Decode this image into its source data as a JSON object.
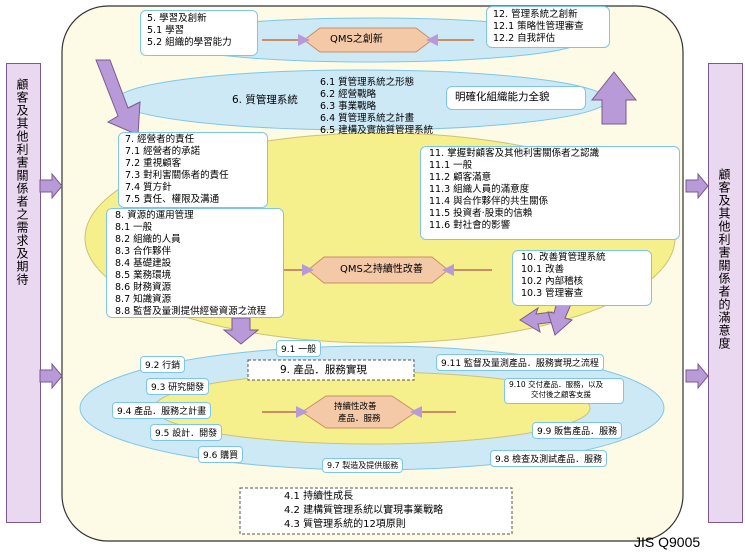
{
  "left_panel": "顧客及其他利害關係者之需求及期待",
  "right_panel": "顧客及其他利害關係者的滿意度",
  "hex_top": "QMS之創新",
  "hex_mid": "QMS之持續性改善",
  "hex_bot": [
    "持續性改善",
    "產品．服務"
  ],
  "box5": [
    "5.  學習及創新",
    "5.1 學習",
    "5.2 組織的學習能力"
  ],
  "box12": [
    "12.  管理系統之創新",
    "12.1 策略性管理審查",
    "12.2 自我評估"
  ],
  "box6_title": "6. 質管理系統",
  "box6_items": [
    "6.1 質管理系統之形態",
    "6.2 經營戰略",
    "6.3 事業戰略",
    "6.4 質管理系統之計畫",
    "6.5 建構及實施質管理系統"
  ],
  "clarify": "明確化組織能力全貌",
  "box7": [
    "7.  經營者的責任",
    "7.1 經營者的承諾",
    "7.2 重視顧客",
    "7.3 對利害關係者的責任",
    "7.4 質方針",
    "7.5 責任、權限及溝通"
  ],
  "box8": [
    "8.   資源的運用管理",
    "8.1 一般",
    "8.2 組織的人員",
    "8.3 合作夥伴",
    "8.4 基礎建設",
    "8.5 業務環境",
    "8.6 財務資源",
    "8.7 知識資源",
    "8.8 監督及量測提供經營資源之流程"
  ],
  "box11": [
    "11.  掌握對顧客及其他利害關係者之認識",
    "11.1 一般",
    "11.2 顧客滿意",
    "11.3 組織人員的滿意度",
    "11.4 與合作夥伴的共生關係",
    "11.5 投資者‧股東的信賴",
    "11.6 對社會的影響"
  ],
  "box10": [
    "10.  改善質管理系統",
    "10.1 改善",
    "10.2 內部稽核",
    "10.3 管理審查"
  ],
  "item91": "9.1  一般",
  "item9": "9. 產品．服務實現",
  "item92": "9.2 行銷",
  "item93": "9.3 研究開發",
  "item94": "9.4 產品．服務之計畫",
  "item95": "9.5 設計．開發",
  "item96": "9.6 購買",
  "item97": "9.7 製造及提供服務",
  "item98": "9.8 檢查及測試產品．服務",
  "item99": "9.9 販售產品．服務",
  "item910": [
    "9.10 交付產品．服務，以及",
    "交付後之顧客支援"
  ],
  "item911": "9.11 監督及量測產品．服務實現之流程",
  "box4": [
    "4.1  持續性成長",
    "4.2  建構質管理系統以實現事業戰略",
    "4.3  質管理系統的12項原則"
  ],
  "footer": "JIS Q9005",
  "colors": {
    "frame": "#fdfbe6",
    "ellipse_blue": "#cde9f6",
    "ellipse_yellow": "#f6f08c",
    "arrow": "#b99ad8",
    "hex_fill": "#f4c9a8",
    "line": "#7ec6e8"
  }
}
